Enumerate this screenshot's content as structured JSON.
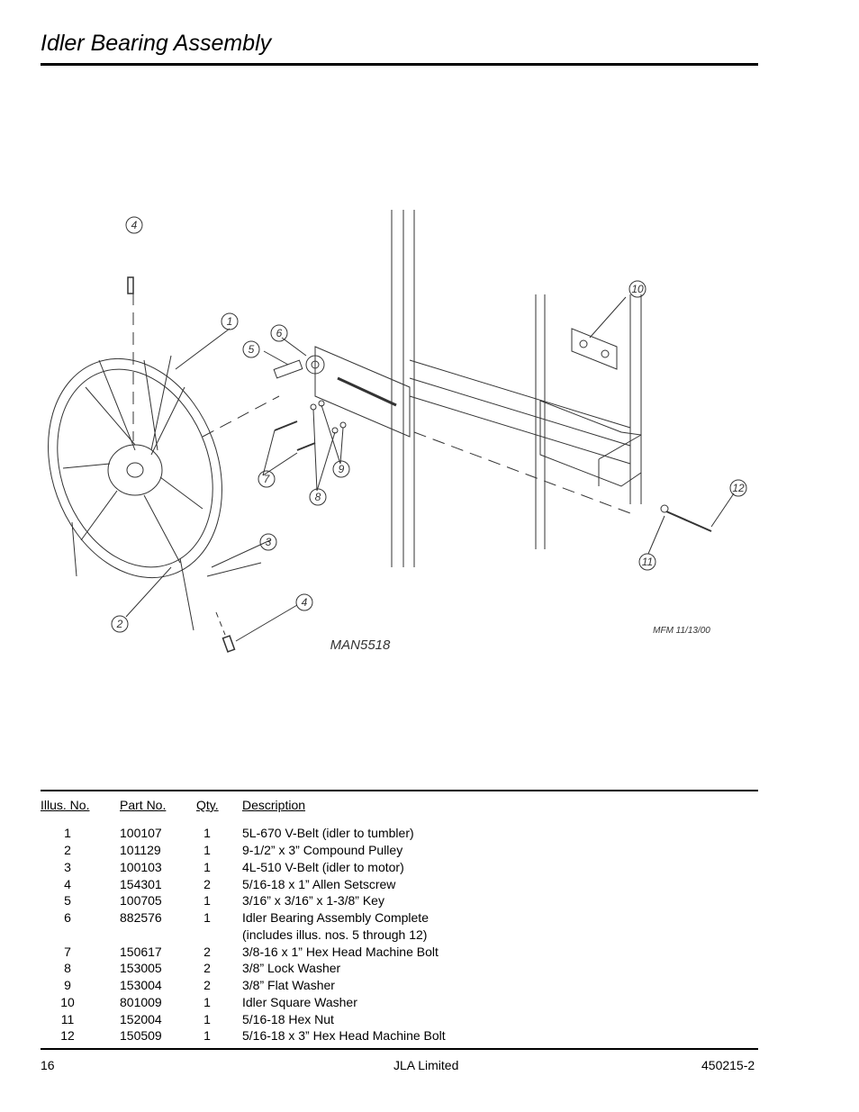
{
  "page": {
    "title": "Idler Bearing Assembly",
    "page_number": "16",
    "company": "JLA Limited",
    "doc_number": "450215-2"
  },
  "figure": {
    "drawing_id": "MAN5518",
    "drawing_date": "MFM 11/13/00",
    "callouts": [
      "1",
      "2",
      "3",
      "4",
      "4",
      "5",
      "6",
      "7",
      "8",
      "9",
      "10",
      "11",
      "12"
    ]
  },
  "table": {
    "headers": {
      "illus": "Illus. No.",
      "part": "Part No.",
      "qty": "Qty.",
      "desc": "Description"
    },
    "rows": [
      {
        "illus": "1",
        "part": "100107",
        "qty": "1",
        "desc": "5L-670 V-Belt (idler to tumbler)"
      },
      {
        "illus": "2",
        "part": "101129",
        "qty": "1",
        "desc": "9-1/2” x 3” Compound Pulley"
      },
      {
        "illus": "3",
        "part": "100103",
        "qty": "1",
        "desc": "4L-510 V-Belt (idler to motor)"
      },
      {
        "illus": "4",
        "part": "154301",
        "qty": "2",
        "desc": "5/16-18 x 1” Allen Setscrew"
      },
      {
        "illus": "5",
        "part": "100705",
        "qty": "1",
        "desc": "3/16” x 3/16” x 1-3/8” Key"
      },
      {
        "illus": "6",
        "part": "882576",
        "qty": "1",
        "desc": "Idler Bearing Assembly Complete"
      },
      {
        "illus": "",
        "part": "",
        "qty": "",
        "desc": "(includes illus. nos. 5 through 12)"
      },
      {
        "illus": "7",
        "part": "150617",
        "qty": "2",
        "desc": "3/8-16 x 1” Hex Head Machine Bolt"
      },
      {
        "illus": "8",
        "part": "153005",
        "qty": "2",
        "desc": "3/8” Lock Washer"
      },
      {
        "illus": "9",
        "part": "153004",
        "qty": "2",
        "desc": "3/8” Flat Washer"
      },
      {
        "illus": "10",
        "part": "801009",
        "qty": "1",
        "desc": "Idler Square Washer"
      },
      {
        "illus": "11",
        "part": "152004",
        "qty": "1",
        "desc": "5/16-18 Hex Nut"
      },
      {
        "illus": "12",
        "part": "150509",
        "qty": "1",
        "desc": "5/16-18 x 3” Hex Head Machine Bolt"
      }
    ]
  }
}
